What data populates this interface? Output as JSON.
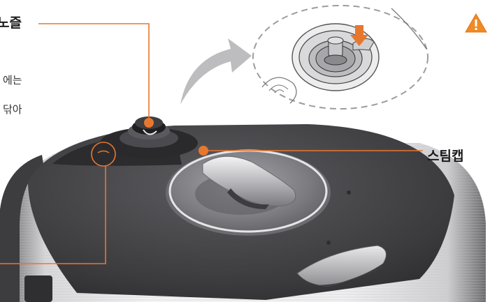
{
  "labels": {
    "nozzle": "노즐",
    "steam_cap": "스팀캡"
  },
  "text_fragments": [
    "에는",
    "닦아"
  ],
  "colors": {
    "accent": "#e8772e",
    "body_dark": "#3a3a3c",
    "lid": "#4a4a4d",
    "silver": "#c9c9cc",
    "warning": "#f08a24"
  },
  "icons": [
    "warning-icon",
    "curved-arrow-icon",
    "down-arrow-icon"
  ]
}
